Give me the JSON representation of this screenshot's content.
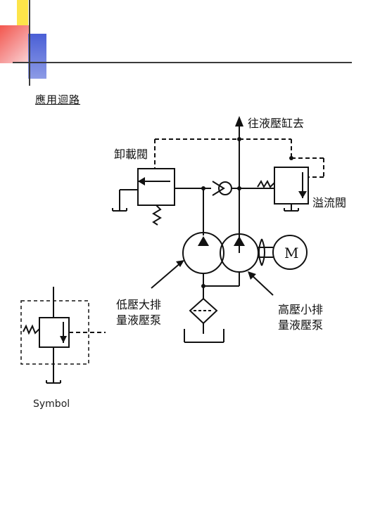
{
  "slide": {
    "title": "應用迴路"
  },
  "diagram": {
    "labels": {
      "to_cylinder": "往液壓缸去",
      "unloading_valve": "卸載閥",
      "relief_valve": "溢流閥",
      "motor": "M",
      "low_pressure_pump_line1": "低壓大排",
      "low_pressure_pump_line2": "量液壓泵",
      "high_pressure_pump_line1": "高壓小排",
      "high_pressure_pump_line2": "量液壓泵"
    },
    "symbol_caption": "Symbol"
  },
  "colors": {
    "accent_yellow": "#fde44a",
    "accent_red": "#f3564d",
    "accent_blue": "#4a5fd6",
    "line": "#111111"
  }
}
